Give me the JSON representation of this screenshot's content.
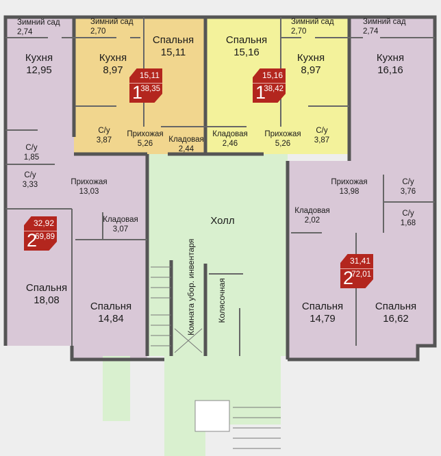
{
  "colors": {
    "two_room": "#d9c8d7",
    "one_room_left": "#f1d68e",
    "one_room_right": "#f3f29b",
    "common": "#d9f0cf",
    "badge": "#b3261e",
    "wall": "#555555"
  },
  "rooms": {
    "left_winter_garden": {
      "name": "Зимний сад",
      "area": "2,74"
    },
    "left_kitchen": {
      "name": "Кухня",
      "area": "12,95"
    },
    "left_bath_small": {
      "name": "С/у",
      "area": "1,85"
    },
    "left_bath": {
      "name": "С/у",
      "area": "3,33"
    },
    "left_hall": {
      "name": "Прихожая",
      "area": "13,03"
    },
    "left_storage": {
      "name": "Кладовая",
      "area": "3,07"
    },
    "left_bedroom_a": {
      "name": "Спальня",
      "area": "18,08"
    },
    "left_bedroom_b": {
      "name": "Спальня",
      "area": "14,84"
    },
    "c1_winter_garden": {
      "name": "Зимний сад",
      "area": "2,70"
    },
    "c1_kitchen": {
      "name": "Кухня",
      "area": "8,97"
    },
    "c1_bedroom": {
      "name": "Спальня",
      "area": "15,11"
    },
    "c1_bath": {
      "name": "С/у",
      "area": "3,87"
    },
    "c1_hall": {
      "name": "Прихожая",
      "area": "5,26"
    },
    "c1_storage": {
      "name": "Кладовая",
      "area": "2,44"
    },
    "c2_bedroom": {
      "name": "Спальня",
      "area": "15,16"
    },
    "c2_winter_garden": {
      "name": "Зимний сад",
      "area": "2,70"
    },
    "c2_kitchen": {
      "name": "Кухня",
      "area": "8,97"
    },
    "c2_storage": {
      "name": "Кладовая",
      "area": "2,46"
    },
    "c2_hall": {
      "name": "Прихожая",
      "area": "5,26"
    },
    "c2_bath": {
      "name": "С/у",
      "area": "3,87"
    },
    "right_winter_garden": {
      "name": "Зимний сад",
      "area": "2,74"
    },
    "right_kitchen": {
      "name": "Кухня",
      "area": "16,16"
    },
    "right_hall": {
      "name": "Прихожая",
      "area": "13,98"
    },
    "right_bath": {
      "name": "С/у",
      "area": "3,76"
    },
    "right_bath_small": {
      "name": "С/у",
      "area": "1,68"
    },
    "right_storage": {
      "name": "Кладовая",
      "area": "2,02"
    },
    "right_bedroom_a": {
      "name": "Спальня",
      "area": "14,79"
    },
    "right_bedroom_b": {
      "name": "Спальня",
      "area": "16,62"
    },
    "hall": {
      "name": "Холл"
    },
    "cleaning_room": {
      "name": "Комната убор. инвентаря"
    },
    "stroller_room": {
      "name": "Колясочная"
    }
  },
  "apartments": [
    {
      "rooms": "1",
      "living": "15,11",
      "total": "38,35"
    },
    {
      "rooms": "1",
      "living": "15,16",
      "total": "38,42"
    },
    {
      "rooms": "2",
      "living": "32,92",
      "total": "69,89"
    },
    {
      "rooms": "2",
      "living": "31,41",
      "total": "72,01"
    }
  ]
}
